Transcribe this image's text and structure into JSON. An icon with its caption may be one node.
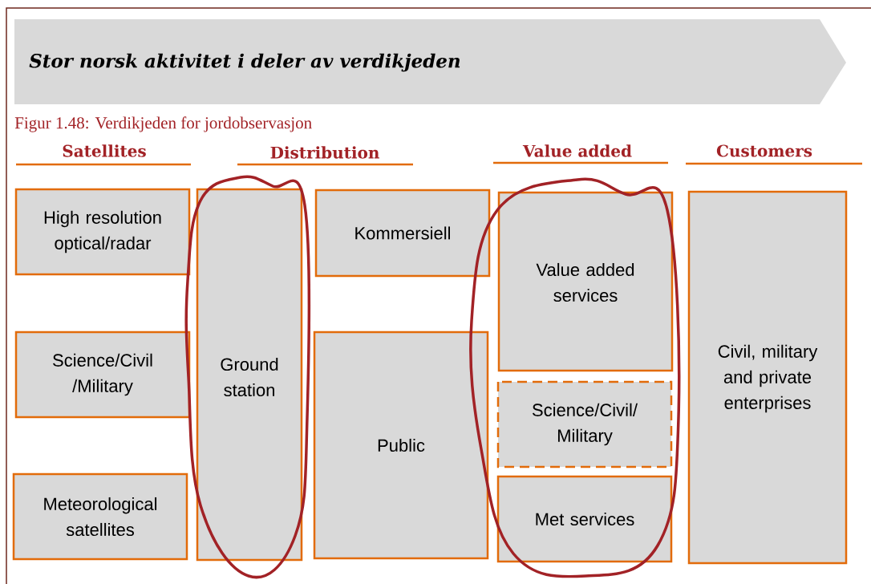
{
  "diagram": {
    "title": "Figur 1.48: Verdikjeden for jordobservasjon",
    "nodes": [
      {
        "text": [
          "Stor norsk aktivitet i deler av verdikjeden"
        ]
      },
      {
        "text": [
          "High resolution optical/radar"
        ]
      },
      {
        "text": [
          "Science/Civil /Military"
        ]
      },
      {
        "text": [
          "Meteorological satellites"
        ]
      },
      {
        "text": [
          "Ground station"
        ]
      },
      {
        "text": [
          "Kommersiell"
        ]
      },
      {
        "text": [
          "Public"
        ]
      },
      {
        "text": [
          "Value added services"
        ]
      },
      {
        "text": [
          "Science/Civil/ Military"
        ]
      },
      {
        "text": [
          "Met services"
        ]
      },
      {
        "text": [
          "Civil, military and private enterprises"
        ]
      }
    ],
    "labels": [
      "Satellites",
      "Distribution",
      "Value added",
      "Customers"
    ]
  }
}
